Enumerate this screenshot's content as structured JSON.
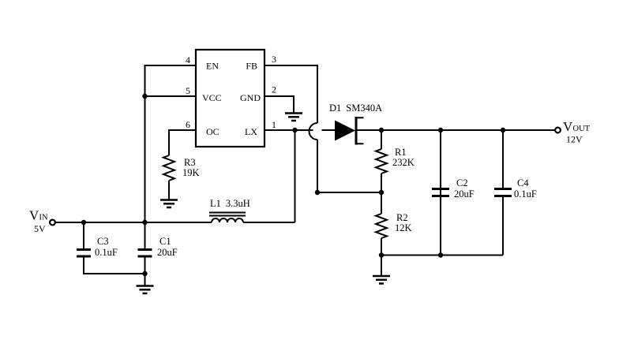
{
  "colors": {
    "ink": "#000000",
    "background": "#ffffff"
  },
  "ic": {
    "pins_left": [
      {
        "num": "4",
        "name": "EN"
      },
      {
        "num": "5",
        "name": "VCC"
      },
      {
        "num": "6",
        "name": "OC"
      }
    ],
    "pins_right": [
      {
        "num": "3",
        "name": "FB"
      },
      {
        "num": "2",
        "name": "GND"
      },
      {
        "num": "1",
        "name": "LX"
      }
    ]
  },
  "components": {
    "d1": {
      "ref": "D1",
      "value": "SM340A"
    },
    "l1": {
      "ref": "L1",
      "value": "3.3uH"
    },
    "r1": {
      "ref": "R1",
      "value": "232K"
    },
    "r2": {
      "ref": "R2",
      "value": "12K"
    },
    "r3": {
      "ref": "R3",
      "value": "19K"
    },
    "c1": {
      "ref": "C1",
      "value": "20uF"
    },
    "c2": {
      "ref": "C2",
      "value": "20uF"
    },
    "c3": {
      "ref": "C3",
      "value": "0.1uF"
    },
    "c4": {
      "ref": "C4",
      "value": "0.1uF"
    }
  },
  "ports": {
    "vin": {
      "symbol": "V",
      "sub": "IN",
      "value": "5V"
    },
    "vout": {
      "symbol": "V",
      "sub": "OUT",
      "value": "12V"
    }
  }
}
